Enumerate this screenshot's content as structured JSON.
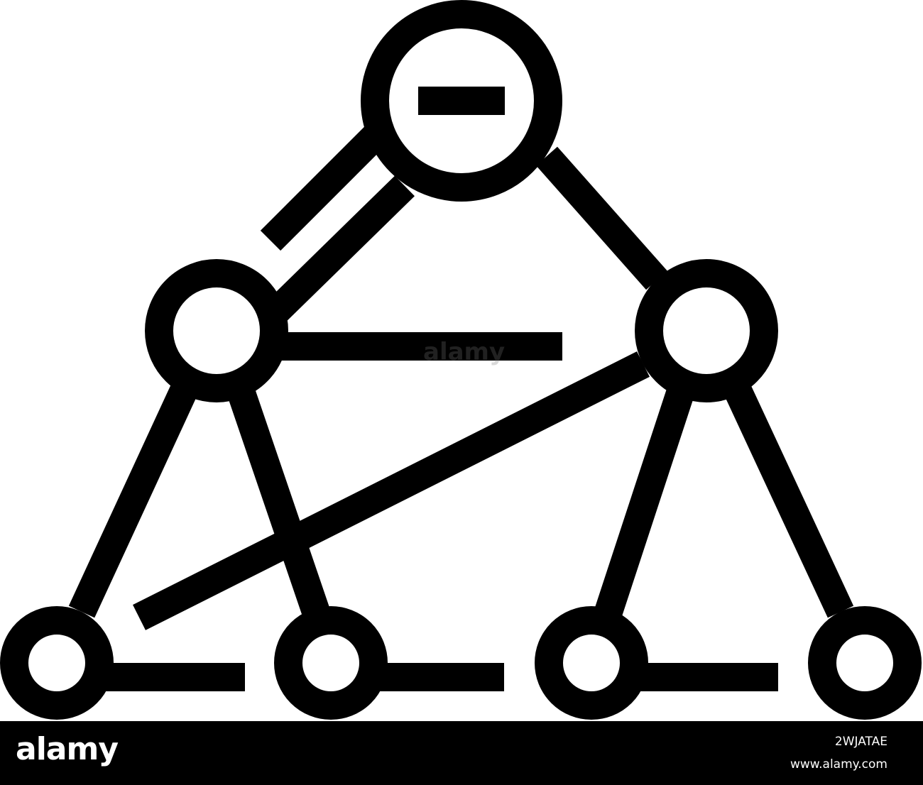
{
  "icon": {
    "name": "network-minus-node-icon",
    "stroke_color": "#000000",
    "background_color": "#ffffff"
  },
  "watermark": {
    "text": "alamy"
  },
  "footer": {
    "logo_text": "alamy",
    "image_id": "2WJATAE",
    "site": "www.alamy.com",
    "background_color": "#000000",
    "text_color": "#ffffff"
  }
}
